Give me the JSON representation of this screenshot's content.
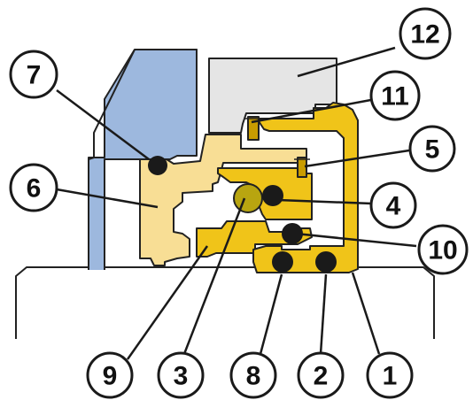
{
  "colors": {
    "housing_blue": "#9DB8DE",
    "sleeve_light": "#F8DE95",
    "gold": "#F0C419",
    "gold_dark": "#C99C00",
    "olive_ball": "#B8A510",
    "gland_gray": "#E5E5E5",
    "o_ring": "#1A1A1A",
    "shaft": "#FFFFFF",
    "line": "#222222"
  },
  "callouts": [
    {
      "id": "c1",
      "label": "1"
    },
    {
      "id": "c2",
      "label": "2"
    },
    {
      "id": "c3",
      "label": "3"
    },
    {
      "id": "c4",
      "label": "4"
    },
    {
      "id": "c5",
      "label": "5"
    },
    {
      "id": "c6",
      "label": "6"
    },
    {
      "id": "c7",
      "label": "7"
    },
    {
      "id": "c8",
      "label": "8"
    },
    {
      "id": "c9",
      "label": "9"
    },
    {
      "id": "c10",
      "label": "10"
    },
    {
      "id": "c11",
      "label": "11"
    },
    {
      "id": "c12",
      "label": "12"
    }
  ]
}
